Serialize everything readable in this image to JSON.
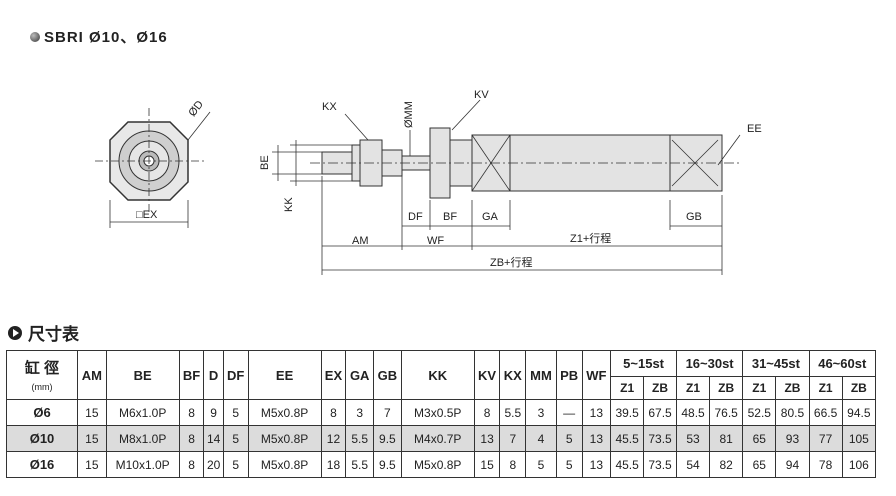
{
  "title": "SBRI  Ø10、Ø16",
  "section_title": "尺寸表",
  "drawing": {
    "labels": {
      "od": "ØD",
      "ex": "□EX",
      "be": "BE",
      "kk": "KK",
      "kx": "KX",
      "omm": "ØMM",
      "kv": "KV",
      "ee": "EE",
      "df": "DF",
      "bf": "BF",
      "ga": "GA",
      "gb": "GB",
      "am": "AM",
      "wf": "WF",
      "z1": "Z1+行程",
      "zb": "ZB+行程"
    }
  },
  "table": {
    "bore_label": "缸 徑",
    "unit": "(mm)",
    "headers": [
      "AM",
      "BE",
      "BF",
      "D",
      "DF",
      "EE",
      "EX",
      "GA",
      "GB",
      "KK",
      "KV",
      "KX",
      "MM",
      "PB",
      "WF"
    ],
    "stroke_groups": [
      "5~15st",
      "16~30st",
      "31~45st",
      "46~60st"
    ],
    "sub": [
      "Z1",
      "ZB",
      "Z1",
      "ZB",
      "Z1",
      "ZB",
      "Z1",
      "ZB"
    ],
    "rows": [
      {
        "model": "Ø6",
        "cells": [
          "15",
          "M6x1.0P",
          "8",
          "9",
          "5",
          "M5x0.8P",
          "8",
          "3",
          "7",
          "M3x0.5P",
          "8",
          "5.5",
          "3",
          "—",
          "13",
          "39.5",
          "67.5",
          "48.5",
          "76.5",
          "52.5",
          "80.5",
          "66.5",
          "94.5"
        ]
      },
      {
        "model": "Ø10",
        "cells": [
          "15",
          "M8x1.0P",
          "8",
          "14",
          "5",
          "M5x0.8P",
          "12",
          "5.5",
          "9.5",
          "M4x0.7P",
          "13",
          "7",
          "4",
          "5",
          "13",
          "45.5",
          "73.5",
          "53",
          "81",
          "65",
          "93",
          "77",
          "105"
        ]
      },
      {
        "model": "Ø16",
        "cells": [
          "15",
          "M10x1.0P",
          "8",
          "20",
          "5",
          "M5x0.8P",
          "18",
          "5.5",
          "9.5",
          "M5x0.8P",
          "15",
          "8",
          "5",
          "5",
          "13",
          "45.5",
          "73.5",
          "54",
          "82",
          "65",
          "94",
          "78",
          "106"
        ]
      }
    ]
  }
}
